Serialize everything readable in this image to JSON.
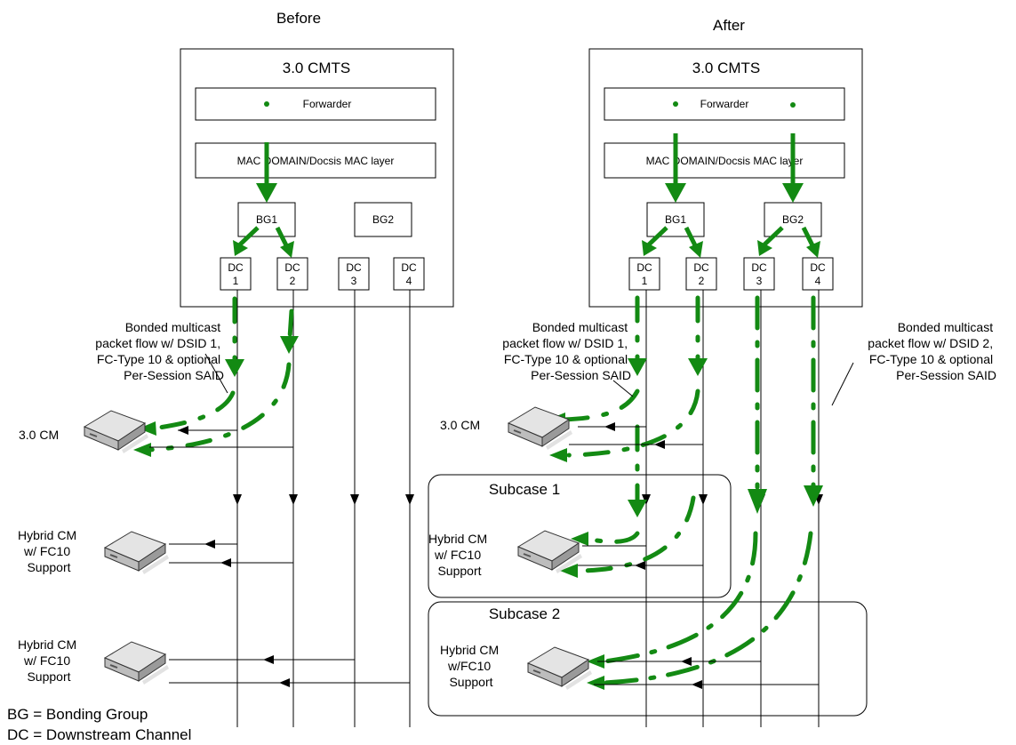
{
  "before": {
    "heading": "Before",
    "cmts_title": "3.0 CMTS",
    "forwarder": "Forwarder",
    "mac_domain": "MAC DOMAIN/Docsis MAC layer",
    "bg1": "BG1",
    "bg2": "BG2",
    "dc": [
      {
        "top": "DC",
        "num": "1"
      },
      {
        "top": "DC",
        "num": "2"
      },
      {
        "top": "DC",
        "num": "3"
      },
      {
        "top": "DC",
        "num": "4"
      }
    ],
    "flow_label": [
      "Bonded multicast",
      "packet flow w/ DSID 1,",
      "FC-Type 10 & optional",
      "Per-Session SAID"
    ],
    "cm30": "3.0 CM",
    "hybrid1": [
      "Hybrid CM",
      "w/ FC10",
      "Support"
    ],
    "hybrid2": [
      "Hybrid CM",
      "w/ FC10",
      "Support"
    ]
  },
  "after": {
    "heading": "After",
    "cmts_title": "3.0 CMTS",
    "forwarder": "Forwarder",
    "mac_domain": "MAC DOMAIN/Docsis MAC layer",
    "bg1": "BG1",
    "bg2": "BG2",
    "dc": [
      {
        "top": "DC",
        "num": "1"
      },
      {
        "top": "DC",
        "num": "2"
      },
      {
        "top": "DC",
        "num": "3"
      },
      {
        "top": "DC",
        "num": "4"
      }
    ],
    "flow_label_1": [
      "Bonded multicast",
      "packet flow w/ DSID 1,",
      "FC-Type 10 & optional",
      "Per-Session SAID"
    ],
    "flow_label_2": [
      "Bonded multicast",
      "packet flow w/ DSID 2,",
      "FC-Type 10 & optional",
      "Per-Session SAID"
    ],
    "cm30": "3.0 CM",
    "subcase1": "Subcase 1",
    "subcase2": "Subcase 2",
    "hybrid1": [
      "Hybrid CM",
      "w/ FC10",
      "Support"
    ],
    "hybrid2": [
      "Hybrid CM",
      "w/FC10",
      "Support"
    ]
  },
  "legend": {
    "bg": "BG = Bonding Group",
    "dc": "DC = Downstream Channel"
  },
  "colors": {
    "flow": "#138a13",
    "line": "#000000"
  }
}
